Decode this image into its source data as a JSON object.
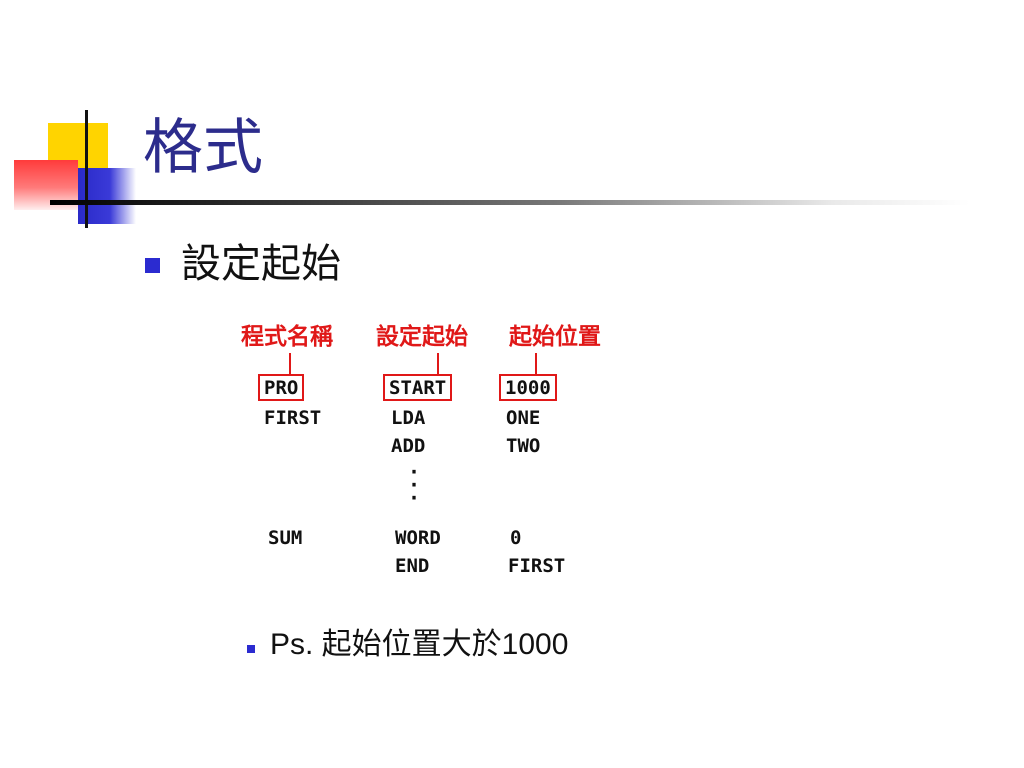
{
  "slide": {
    "title": "格式",
    "bullet": "設定起始",
    "note": "Ps. 起始位置大於1000"
  },
  "figure": {
    "labels": [
      "程式名稱",
      "設定起始",
      "起始位置"
    ],
    "vertical_ellipsis": "⋮",
    "rows": [
      [
        "PRO",
        "START",
        "1000"
      ],
      [
        "FIRST",
        "LDA",
        "ONE"
      ],
      [
        "",
        "ADD",
        "TWO"
      ],
      [
        "SUM",
        "WORD",
        "0"
      ],
      [
        "",
        "END",
        "FIRST"
      ]
    ]
  },
  "colors": {
    "title": "#2c2c8c",
    "annotation": "#e01818",
    "bullet": "#2b2bd0",
    "accent_yellow": "#ffd400",
    "accent_red": "#ff3b3b",
    "accent_blue": "#2a2ac8"
  }
}
